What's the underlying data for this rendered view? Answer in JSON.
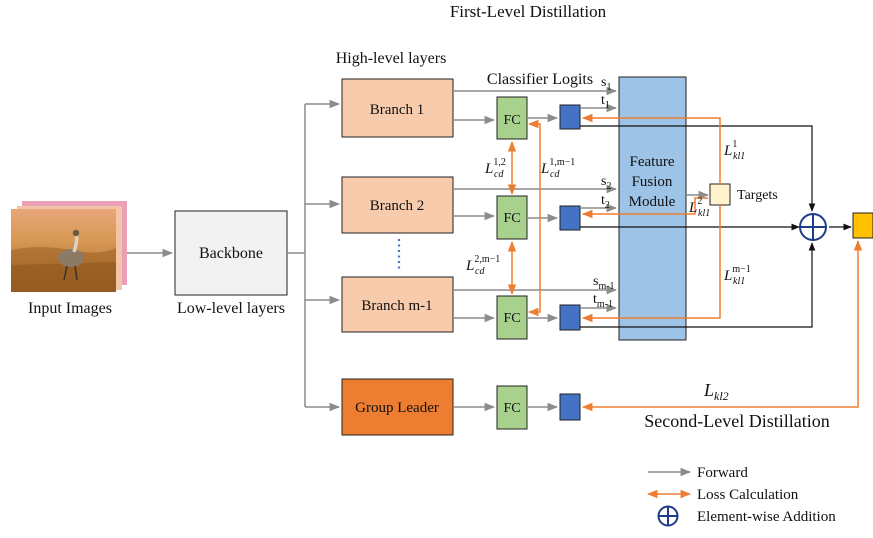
{
  "title": "First-Level Distillation",
  "second_level_title": "Second-Level Distillation",
  "headers": {
    "high_level_layers": "High-level layers",
    "classifier_logits": "Classifier Logits",
    "low_level_layers": "Low-level layers",
    "input_images": "Input Images"
  },
  "blocks": {
    "backbone": "Backbone",
    "branch_1": "Branch 1",
    "branch_2": "Branch 2",
    "branch_m1": "Branch m-1",
    "group_leader": "Group Leader",
    "fc": "FC",
    "fusion_line1": "Feature",
    "fusion_line2": "Fusion",
    "fusion_line3": "Module",
    "targets": "Targets"
  },
  "signals": {
    "s1_base": "s",
    "s1_sub": "1",
    "t1_base": "t",
    "t1_sub": "1",
    "s2_base": "s",
    "s2_sub": "2",
    "t2_base": "t",
    "t2_sub": "2",
    "sm1_base": "s",
    "sm1_sub": "m-1",
    "tm1_base": "t",
    "tm1_sub": "m-1"
  },
  "losses": {
    "lcd_12_base": "L",
    "lcd_12_sub": "cd",
    "lcd_12_sup": "1,2",
    "lcd_1m1_base": "L",
    "lcd_1m1_sub": "cd",
    "lcd_1m1_sup": "1,m−1",
    "lcd_2m1_base": "L",
    "lcd_2m1_sub": "cd",
    "lcd_2m1_sup": "2,m−1",
    "lkl1_1_base": "L",
    "lkl1_1_sub": "kl1",
    "lkl1_1_sup": "1",
    "lkl1_2_base": "L",
    "lkl1_2_sub": "kl1",
    "lkl1_2_sup": "2",
    "lkl1_m1_base": "L",
    "lkl1_m1_sub": "kl1",
    "lkl1_m1_sup": "m−1",
    "lkl2_base": "L",
    "lkl2_sub": "kl2"
  },
  "legend": {
    "forward": "Forward",
    "loss_calculation": "Loss Calculation",
    "element_wise_addition": "Element-wise Addition"
  },
  "colors": {
    "forward_arrow": "#8c8c8c",
    "loss_arrow": "#ed7d31",
    "branch_fill": "#f8cbad",
    "group_leader_fill": "#ed7d31",
    "fc_fill": "#a9d18e",
    "logit_fill": "#4472c4",
    "fusion_fill": "#9dc3e6",
    "backbone_fill": "#f2f2f2",
    "targets_fill": "#fff2cc",
    "output_fill": "#ffc000",
    "addition_stroke": "#1f3c88"
  },
  "icons": {
    "input_image": "bird-photo-icon",
    "element_wise_addition": "circle-plus-icon",
    "vertical_ellipsis": "dotted-ellipsis-icon"
  }
}
